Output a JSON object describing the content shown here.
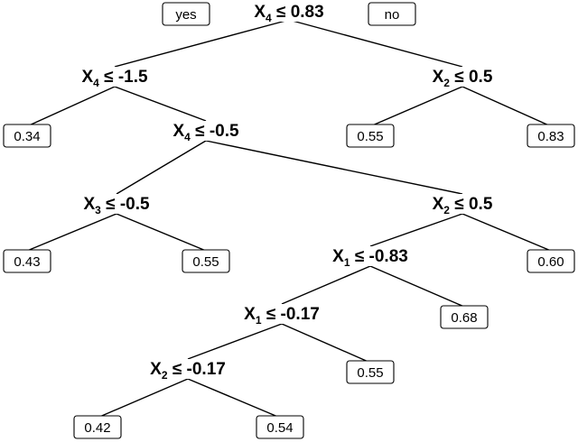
{
  "legend": {
    "yes_label": "yes",
    "no_label": "no"
  },
  "nodes": {
    "root": {
      "var": "X",
      "idx": "4",
      "op": "≤",
      "threshold": "0.83"
    },
    "n_left": {
      "var": "X",
      "idx": "4",
      "op": "≤",
      "threshold": "-1.5"
    },
    "n_right": {
      "var": "X",
      "idx": "2",
      "op": "≤",
      "threshold": "0.5"
    },
    "n_x4_m05": {
      "var": "X",
      "idx": "4",
      "op": "≤",
      "threshold": "-0.5"
    },
    "n_x3_m05": {
      "var": "X",
      "idx": "3",
      "op": "≤",
      "threshold": "-0.5"
    },
    "n_x2_05b": {
      "var": "X",
      "idx": "2",
      "op": "≤",
      "threshold": "0.5"
    },
    "n_x1_m083": {
      "var": "X",
      "idx": "1",
      "op": "≤",
      "threshold": "-0.83"
    },
    "n_x1_m017": {
      "var": "X",
      "idx": "1",
      "op": "≤",
      "threshold": "-0.17"
    },
    "n_x2_m017": {
      "var": "X",
      "idx": "2",
      "op": "≤",
      "threshold": "-0.17"
    }
  },
  "leaves": {
    "l1": "0.34",
    "l2": "0.55",
    "l3": "0.83",
    "l4": "0.43",
    "l5": "0.55",
    "l6": "0.60",
    "l7": "0.68",
    "l8": "0.55",
    "l9": "0.42",
    "l10": "0.54"
  }
}
